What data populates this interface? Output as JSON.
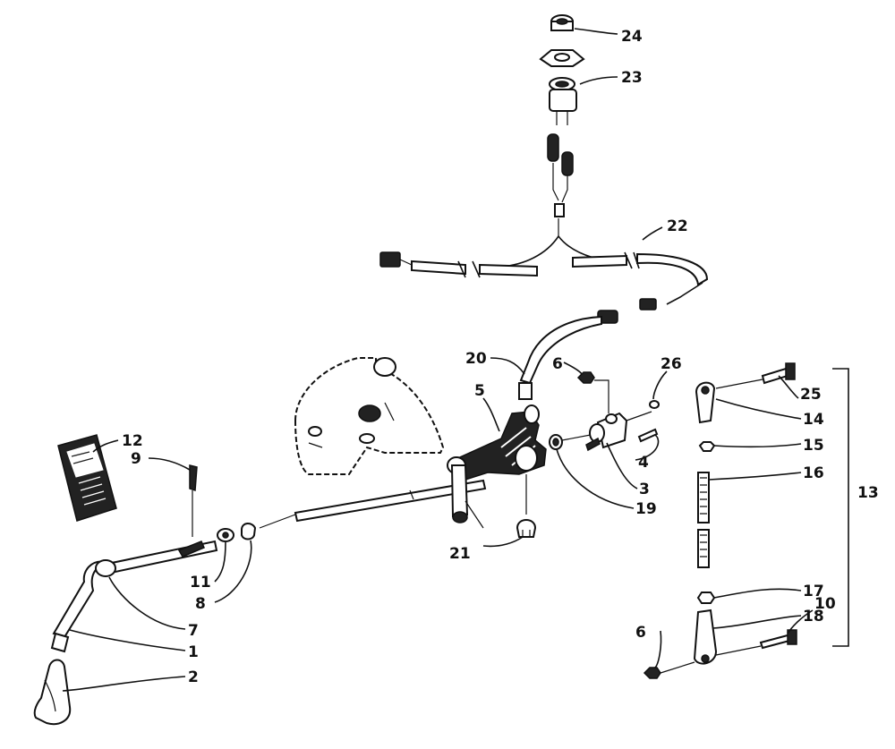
{
  "callouts": {
    "c1": "1",
    "c2": "2",
    "c3": "3",
    "c4": "4",
    "c5": "5",
    "c6a": "6",
    "c6b": "6",
    "c7": "7",
    "c8": "8",
    "c9": "9",
    "c10": "10",
    "c11": "11",
    "c12": "12",
    "c13": "13",
    "c14": "14",
    "c15": "15",
    "c16": "16",
    "c17": "17",
    "c18": "18",
    "c19": "19",
    "c20": "20",
    "c21": "21",
    "c22": "22",
    "c23": "23",
    "c24": "24",
    "c25": "25",
    "c26": "26"
  },
  "colors": {
    "ink": "#111111",
    "paper": "#ffffff"
  }
}
